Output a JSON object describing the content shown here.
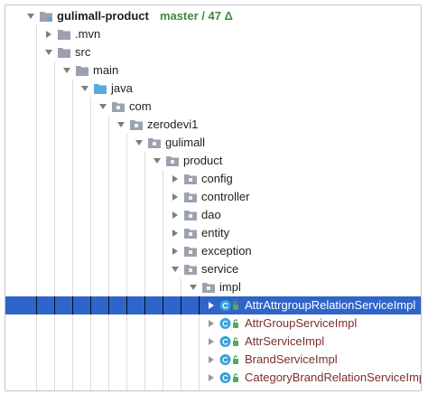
{
  "project_tree": {
    "root": {
      "name": "gulimall-product",
      "branch": "master / 47 Δ"
    },
    "nodes": [
      {
        "label": "gulimall-product",
        "kind": "module",
        "depth": 0,
        "expanded": true
      },
      {
        "label": ".mvn",
        "kind": "folder",
        "depth": 1,
        "expanded": false
      },
      {
        "label": "src",
        "kind": "folder",
        "depth": 1,
        "expanded": true
      },
      {
        "label": "main",
        "kind": "folder",
        "depth": 2,
        "expanded": true
      },
      {
        "label": "java",
        "kind": "source-root",
        "depth": 3,
        "expanded": true
      },
      {
        "label": "com",
        "kind": "package",
        "depth": 4,
        "expanded": true
      },
      {
        "label": "zerodevi1",
        "kind": "package",
        "depth": 5,
        "expanded": true
      },
      {
        "label": "gulimall",
        "kind": "package",
        "depth": 6,
        "expanded": true
      },
      {
        "label": "product",
        "kind": "package",
        "depth": 7,
        "expanded": true
      },
      {
        "label": "config",
        "kind": "package",
        "depth": 8,
        "expanded": false
      },
      {
        "label": "controller",
        "kind": "package",
        "depth": 8,
        "expanded": false
      },
      {
        "label": "dao",
        "kind": "package",
        "depth": 8,
        "expanded": false
      },
      {
        "label": "entity",
        "kind": "package",
        "depth": 8,
        "expanded": false
      },
      {
        "label": "exception",
        "kind": "package",
        "depth": 8,
        "expanded": false
      },
      {
        "label": "service",
        "kind": "package",
        "depth": 8,
        "expanded": true
      },
      {
        "label": "impl",
        "kind": "package",
        "depth": 9,
        "expanded": true
      },
      {
        "label": "AttrAttrgroupRelationServiceImpl",
        "kind": "class",
        "depth": 10,
        "expanded": false,
        "selected": true
      },
      {
        "label": "AttrGroupServiceImpl",
        "kind": "class",
        "depth": 10,
        "expanded": false
      },
      {
        "label": "AttrServiceImpl",
        "kind": "class",
        "depth": 10,
        "expanded": false
      },
      {
        "label": "BrandServiceImpl",
        "kind": "class",
        "depth": 10,
        "expanded": false
      },
      {
        "label": "CategoryBrandRelationServiceImpl",
        "kind": "class",
        "depth": 10,
        "expanded": false
      }
    ]
  },
  "colors": {
    "selection": "#2f65ca",
    "folder": "#9aa3ad",
    "source_root": "#5aa9dc",
    "class_badge": "#3a9fd8",
    "lock": "#58a55c",
    "modified_text": "#7a2f2f",
    "vcs_text": "#3f8a3f"
  }
}
